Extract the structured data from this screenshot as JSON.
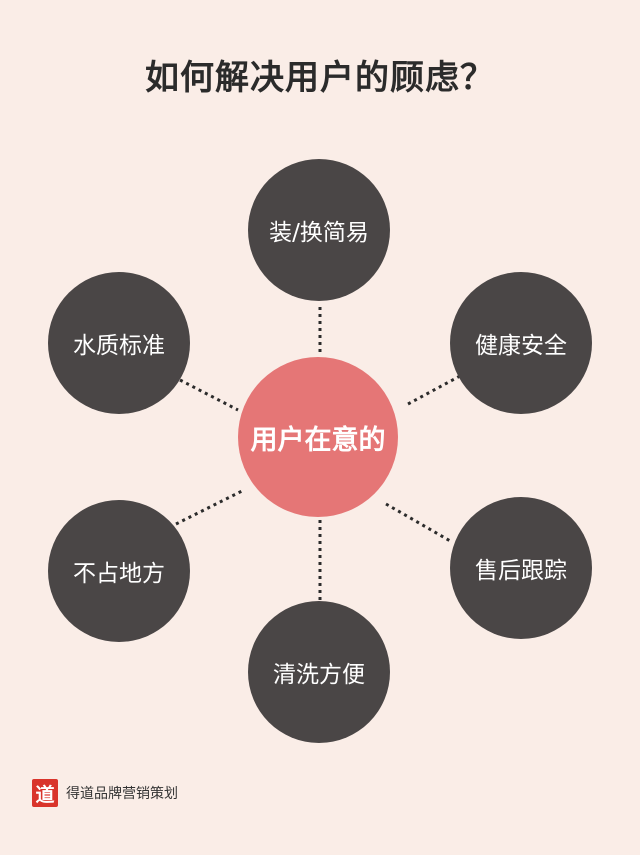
{
  "title": "如何解决用户的顾虑？",
  "center": {
    "label": "用户在意的"
  },
  "nodes": [
    {
      "label": "装/换简易"
    },
    {
      "label": "水质标准"
    },
    {
      "label": "健康安全"
    },
    {
      "label": "不占地方"
    },
    {
      "label": "售后跟踪"
    },
    {
      "label": "清洗方便"
    }
  ],
  "footer": {
    "logo_char": "道",
    "brand": "得道品牌营销策划"
  },
  "colors": {
    "background": "#faede7",
    "node": "#4a4646",
    "center": "#e57676",
    "logo": "#d9342b"
  }
}
